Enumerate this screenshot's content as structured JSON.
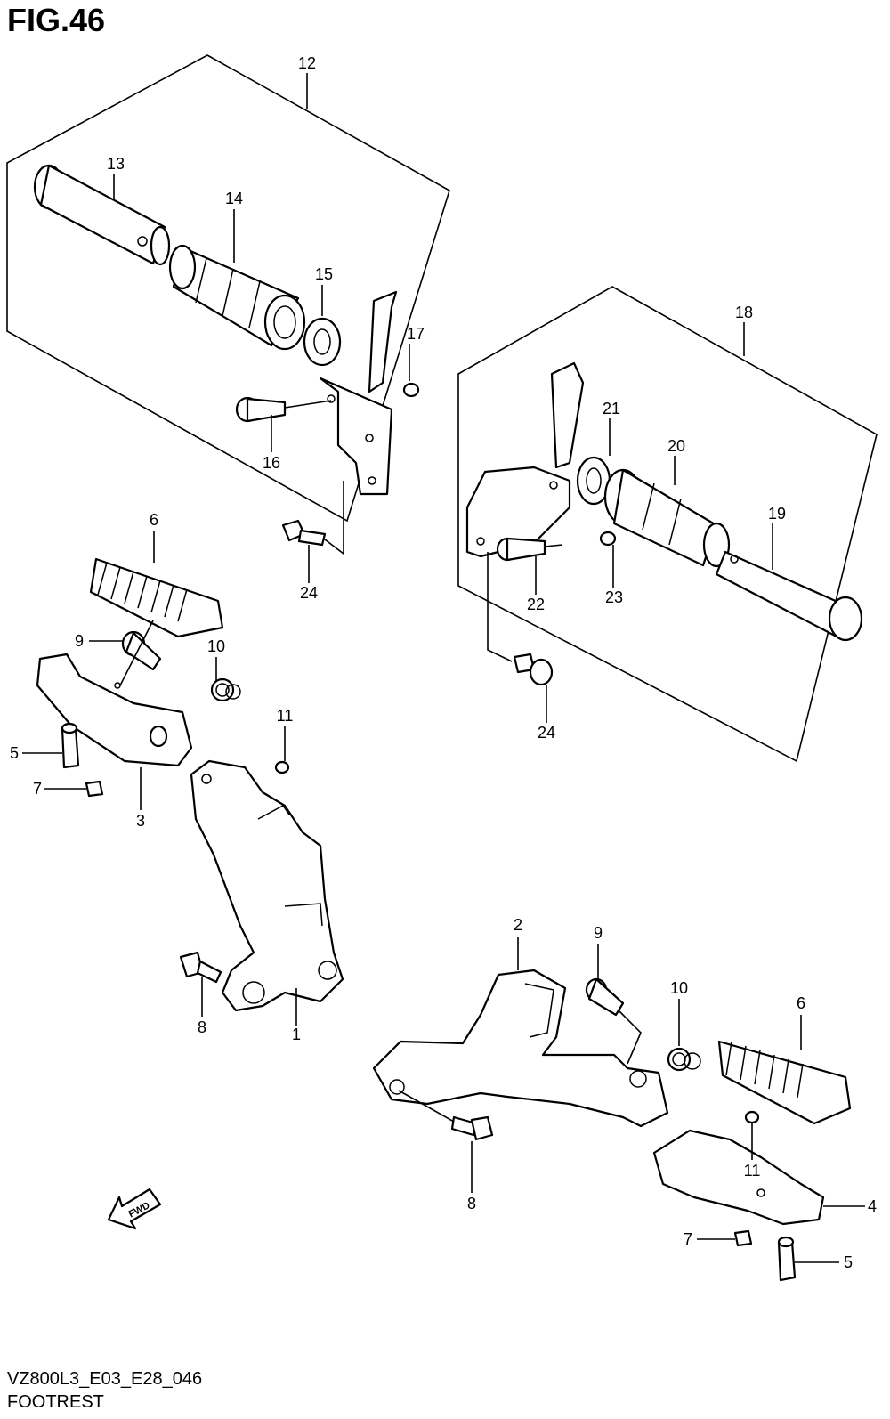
{
  "figure": {
    "title": "FIG.46"
  },
  "footer": {
    "code": "VZ800L3_E03_E28_046",
    "name": "FOOTREST"
  },
  "fwd_arrow": {
    "label": "FWD"
  },
  "callouts": [
    "1",
    "2",
    "3",
    "4",
    "5",
    "5",
    "6",
    "6",
    "7",
    "7",
    "8",
    "8",
    "9",
    "9",
    "10",
    "10",
    "11",
    "11",
    "12",
    "13",
    "14",
    "15",
    "16",
    "17",
    "18",
    "19",
    "20",
    "21",
    "22",
    "23",
    "24",
    "24"
  ]
}
